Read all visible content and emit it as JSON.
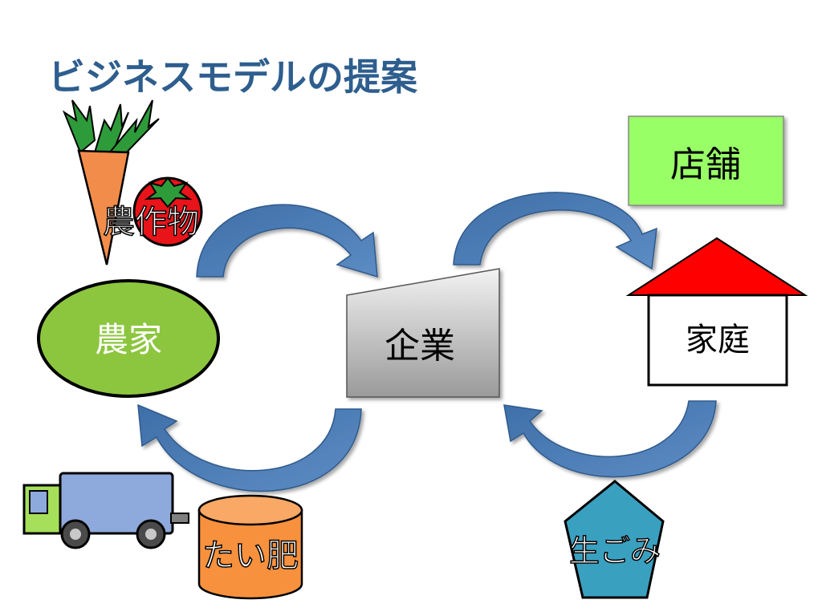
{
  "slide": {
    "title": "ビジネスモデルの提案"
  },
  "nodes": {
    "crops": "農作物",
    "farmer": "農家",
    "company": "企業",
    "store": "店舗",
    "home": "家庭",
    "compost": "たい肥",
    "garbage": "生ごみ"
  },
  "colors": {
    "title": "#2E5E8E",
    "arrow": "#4A7DB5",
    "farmer_fill": "#8CC63F",
    "store_fill": "#99FF66",
    "roof": "#FF0000",
    "compost_fill": "#F7913D",
    "garbage_fill": "#3AA0C0",
    "truck_body": "#8EA9DB",
    "truck_cab": "#A6E05A",
    "carrot": "#F28C4B",
    "carrot_leaf": "#2E9B3A",
    "tomato": "#E8141A"
  },
  "icons": [
    "carrot-icon",
    "tomato-icon",
    "truck-icon"
  ]
}
